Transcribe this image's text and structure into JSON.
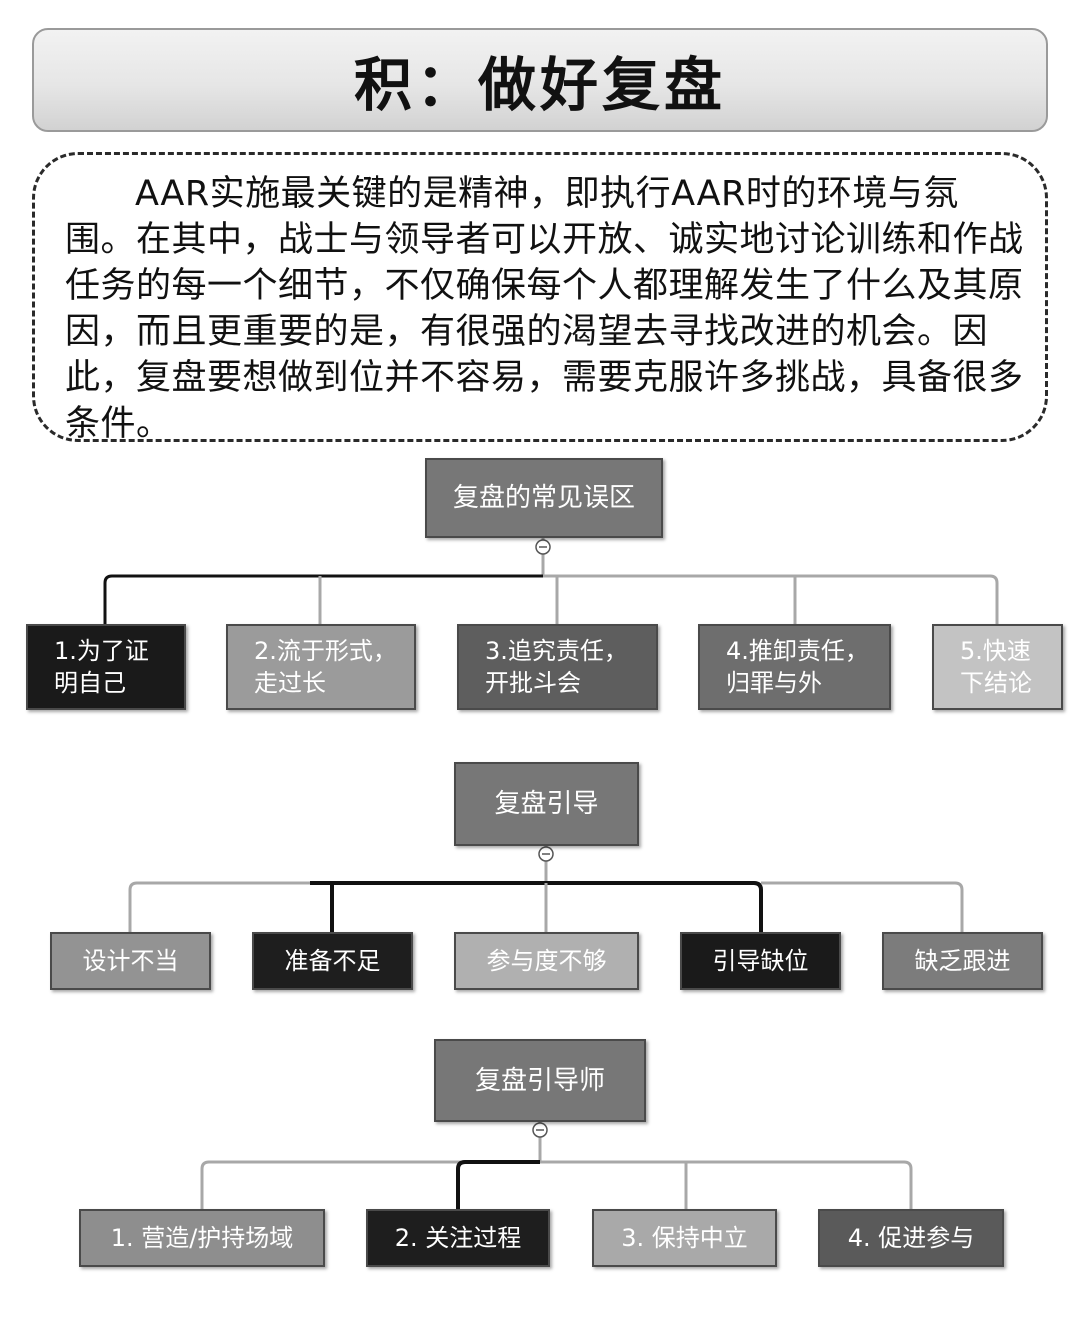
{
  "title": "积：做好复盘",
  "intro": "AAR实施最关键的是精神，即执行AAR时的环境与氛围。在其中，战士与领导者可以开放、诚实地讨论训练和作战任务的每一个细节，不仅确保每个人都理解发生了什么及其原因，而且更重要的是，有很强的渴望去寻找改进的机会。因此，复盘要想做到位并不容易，需要克服许多挑战，具备很多条件。",
  "diagrams": [
    {
      "root": "复盘的常见误区",
      "children": [
        {
          "label": "1.为了证\n明自己",
          "color": "#1a1a1a"
        },
        {
          "label": "2.流于形式，\n走过长",
          "color": "#9b9b9b"
        },
        {
          "label": "3.追究责任，\n开批斗会",
          "color": "#5e5e5e"
        },
        {
          "label": "4.推卸责任，\n归罪与外",
          "color": "#6e6e6e"
        },
        {
          "label": "5.快速\n下结论",
          "color": "#c3c3c3"
        }
      ]
    },
    {
      "root": "复盘引导",
      "children": [
        {
          "label": "设计不当",
          "color": "#939393"
        },
        {
          "label": "准备不足",
          "color": "#1e1e1e"
        },
        {
          "label": "参与度不够",
          "color": "#b0b0b0"
        },
        {
          "label": "引导缺位",
          "color": "#1a1a1a"
        },
        {
          "label": "缺乏跟进",
          "color": "#7c7c7c"
        }
      ]
    },
    {
      "root": "复盘引导师",
      "children": [
        {
          "label": "1. 营造/护持场域",
          "color": "#8e8e8e"
        },
        {
          "label": "2. 关注过程",
          "color": "#1e1e1e"
        },
        {
          "label": "3. 保持中立",
          "color": "#a9a9a9"
        },
        {
          "label": "4. 促进参与",
          "color": "#5a5a5a"
        }
      ]
    }
  ],
  "colors": {
    "root_fill": "#777777",
    "connector_light": "#a8a8a8",
    "connector_dark": "#111111"
  }
}
